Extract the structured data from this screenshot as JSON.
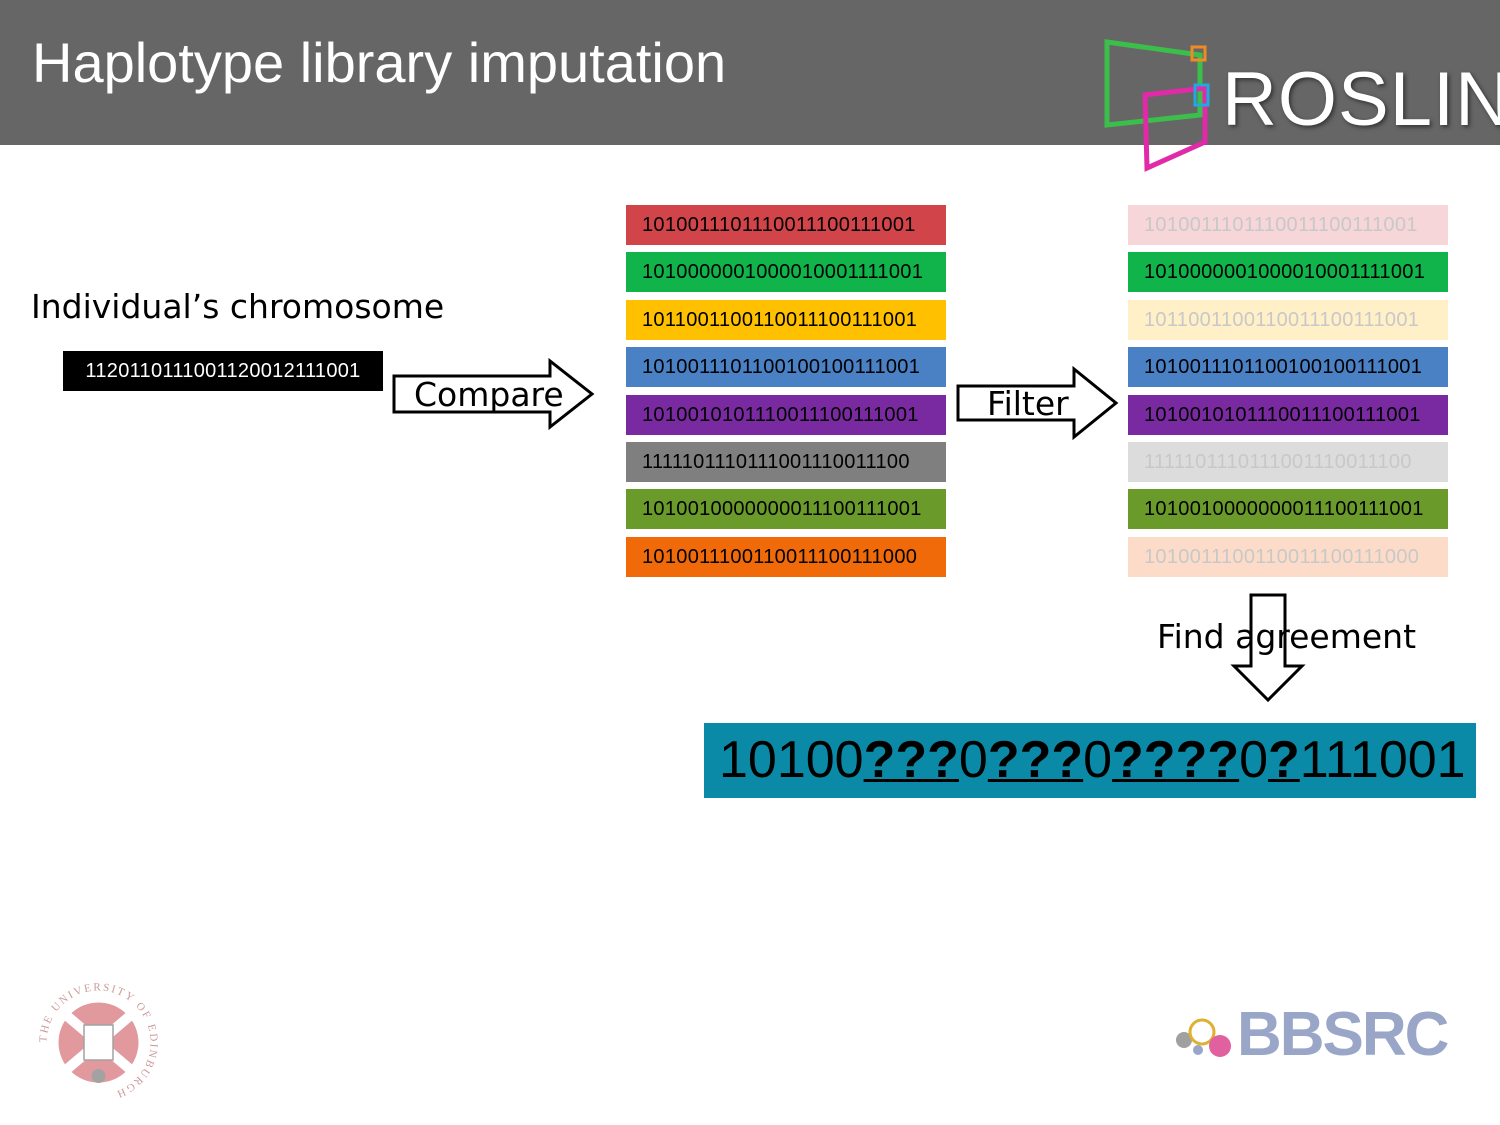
{
  "header": {
    "title": "Haplotype library imputation",
    "logo_text": "ROSLIN",
    "color": "#666666"
  },
  "individual": {
    "label": "Individual’s chromosome",
    "sequence": "1120110111001120012111001"
  },
  "arrows": {
    "compare": "Compare",
    "filter": "Filter",
    "find": "Find agreement"
  },
  "library": [
    {
      "seq": "1010011101110011100111001",
      "color": "#d0444a"
    },
    {
      "seq": "1010000001000010001111001",
      "color": "#10b44a"
    },
    {
      "seq": "1011001100110011100111001",
      "color": "#ffc000"
    },
    {
      "seq": "1010011101100100100111001",
      "color": "#4a80c4"
    },
    {
      "seq": "1010010101110011100111001",
      "color": "#7a2aa0"
    },
    {
      "seq": "1111101110111001110011100",
      "color": "#7f7f7f"
    },
    {
      "seq": "1010010000000011100111001",
      "color": "#6a9a2a"
    },
    {
      "seq": "1010011100110011100111000",
      "color": "#f06a0a"
    }
  ],
  "filtered": [
    {
      "seq": "1010011101110011100111001",
      "color": "#f6d6d8",
      "text_color": "#c8c8c8"
    },
    {
      "seq": "1010000001000010001111001",
      "color": "#10b44a",
      "text_color": "#000000"
    },
    {
      "seq": "1011001100110011100111001",
      "color": "#fff0c8",
      "text_color": "#c8c8c8"
    },
    {
      "seq": "1010011101100100100111001",
      "color": "#4a80c4",
      "text_color": "#000000"
    },
    {
      "seq": "1010010101110011100111001",
      "color": "#7a2aa0",
      "text_color": "#000000"
    },
    {
      "seq": "1111101110111001110011100",
      "color": "#dcdcdc",
      "text_color": "#c8c8c8"
    },
    {
      "seq": "1010010000000011100111001",
      "color": "#6a9a2a",
      "text_color": "#000000"
    },
    {
      "seq": "1010011100110011100111000",
      "color": "#fcdcc8",
      "text_color": "#c8c8c8"
    }
  ],
  "result": {
    "segments": [
      "10100",
      "???",
      "0",
      "???",
      "0",
      "????",
      "0",
      "?",
      "111001"
    ],
    "color": "#0a8aa6"
  },
  "footer": {
    "left_logo": "THE UNIVERSITY OF EDINBURGH",
    "right_logo": "BBSRC"
  }
}
